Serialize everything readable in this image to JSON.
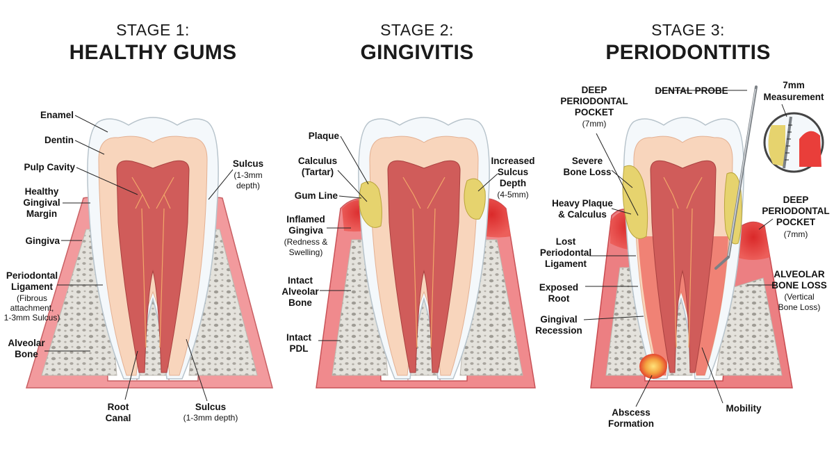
{
  "stages": [
    {
      "stage_label": "STAGE 1:",
      "stage_name": "HEALTHY GUMS"
    },
    {
      "stage_label": "STAGE 2:",
      "stage_name": "GINGIVITIS"
    },
    {
      "stage_label": "STAGE 3:",
      "stage_name": "PERIODONTITIS"
    }
  ],
  "labels": {
    "enamel": "Enamel",
    "dentin": "Dentin",
    "pulp_cavity": "Pulp Cavity",
    "healthy_gingival_margin": [
      "Healthy",
      "Gingival",
      "Margin"
    ],
    "gingiva": "Gingiva",
    "periodontal_ligament": [
      "Periodontal",
      "Ligament"
    ],
    "periodontal_ligament_note": [
      "(Fibrous",
      "attachment,",
      "1-3mm Sulcus)"
    ],
    "alveolar_bone": [
      "Alveolar",
      "Bone"
    ],
    "root_canal": [
      "Root",
      "Canal"
    ],
    "sulcus_bottom": "Sulcus",
    "sulcus_bottom_note": "(1-3mm depth)",
    "sulcus_right": "Sulcus",
    "sulcus_right_note": [
      "(1-3mm",
      "depth)"
    ],
    "plaque": "Plaque",
    "calculus": [
      "Calculus",
      "(Tartar)"
    ],
    "gum_line": "Gum Line",
    "inflamed_gingiva": [
      "Inflamed",
      "Gingiva"
    ],
    "inflamed_gingiva_note": [
      "(Redness &",
      "Swelling)"
    ],
    "intact_alveolar_bone": [
      "Intact",
      "Alveolar",
      "Bone"
    ],
    "intact_pdl": [
      "Intact",
      "PDL"
    ],
    "increased_sulcus_depth": [
      "Increased",
      "Sulcus",
      "Depth"
    ],
    "increased_sulcus_depth_note": "(4-5mm)",
    "deep_pocket_left": [
      "DEEP",
      "PERIODONTAL",
      "POCKET"
    ],
    "deep_pocket_left_note": "(7mm)",
    "dental_probe": "DENTAL PROBE",
    "measurement": [
      "7mm",
      "Measurement"
    ],
    "severe_bone_loss": [
      "Severe",
      "Bone Loss"
    ],
    "heavy_plaque": [
      "Heavy Plaque",
      "& Calculus"
    ],
    "deep_pocket_right": [
      "DEEP",
      "PERIODONTAL",
      "POCKET"
    ],
    "deep_pocket_right_note": "(7mm)",
    "lost_pdl": [
      "Lost",
      "Periodontal",
      "Ligament"
    ],
    "alveolar_bone_loss": [
      "ALVEOLAR",
      "BONE LOSS"
    ],
    "alveolar_bone_loss_note": [
      "(Vertical",
      "Bone Loss)"
    ],
    "exposed_root": [
      "Exposed",
      "Root"
    ],
    "gingival_recession": [
      "Gingival",
      "Recession"
    ],
    "abscess": [
      "Abscess",
      "Formation"
    ],
    "mobility": "Mobility"
  },
  "colors": {
    "gum": "#ef8a8e",
    "gum_inflamed": "#e3342f",
    "bone": "#e4e2dc",
    "enamel": "#f3f7fa",
    "dentin": "#f7d2b8",
    "pulp": "#cf5a58",
    "plaque": "#e4d06a"
  }
}
